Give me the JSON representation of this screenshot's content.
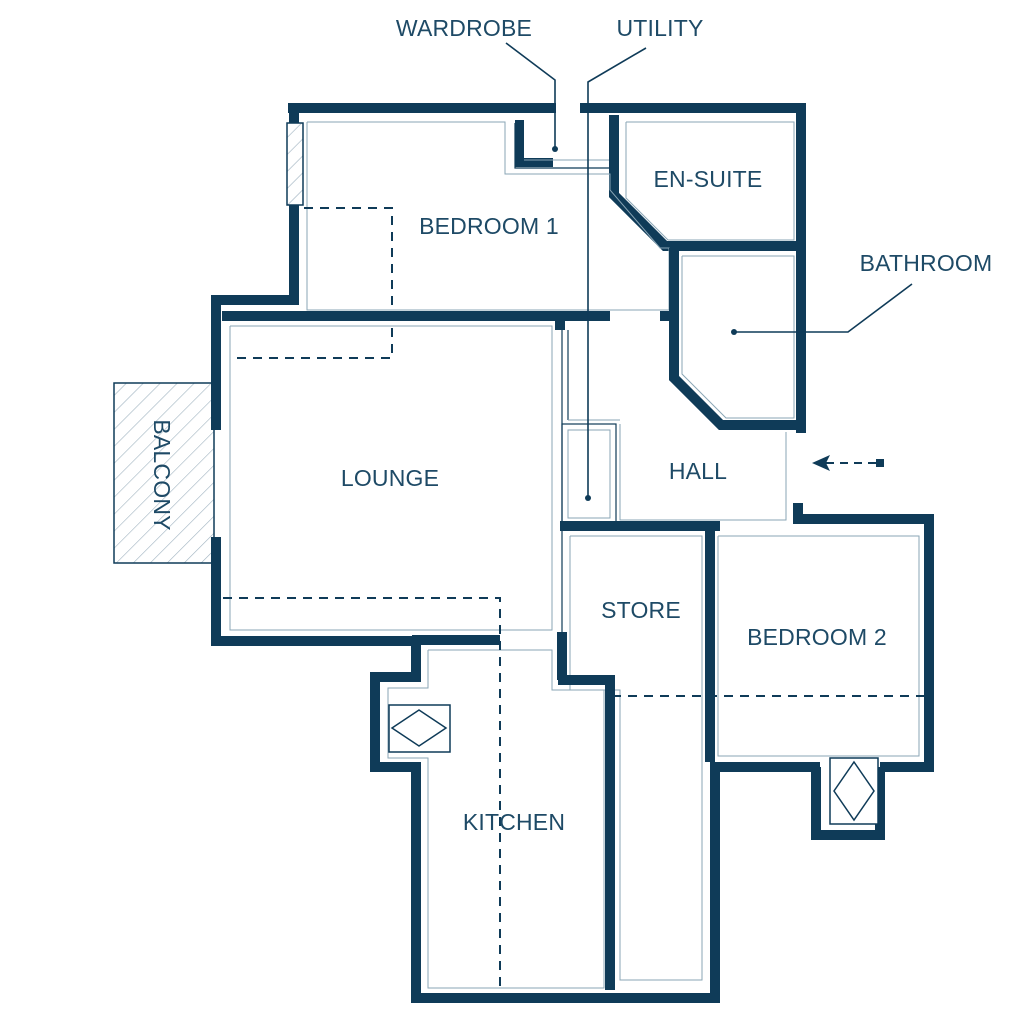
{
  "labels": {
    "wardrobe": "WARDROBE",
    "utility": "UTILITY",
    "en_suite": "EN-SUITE",
    "bedroom1": "BEDROOM 1",
    "bathroom": "BATHROOM",
    "balcony": "BALCONY",
    "lounge": "LOUNGE",
    "hall": "HALL",
    "store": "STORE",
    "bedroom2": "BEDROOM 2",
    "kitchen": "KITCHEN"
  },
  "colors": {
    "wall": "#0f3b58",
    "label": "#1e4a66",
    "hatch": "#9fb2bf"
  }
}
